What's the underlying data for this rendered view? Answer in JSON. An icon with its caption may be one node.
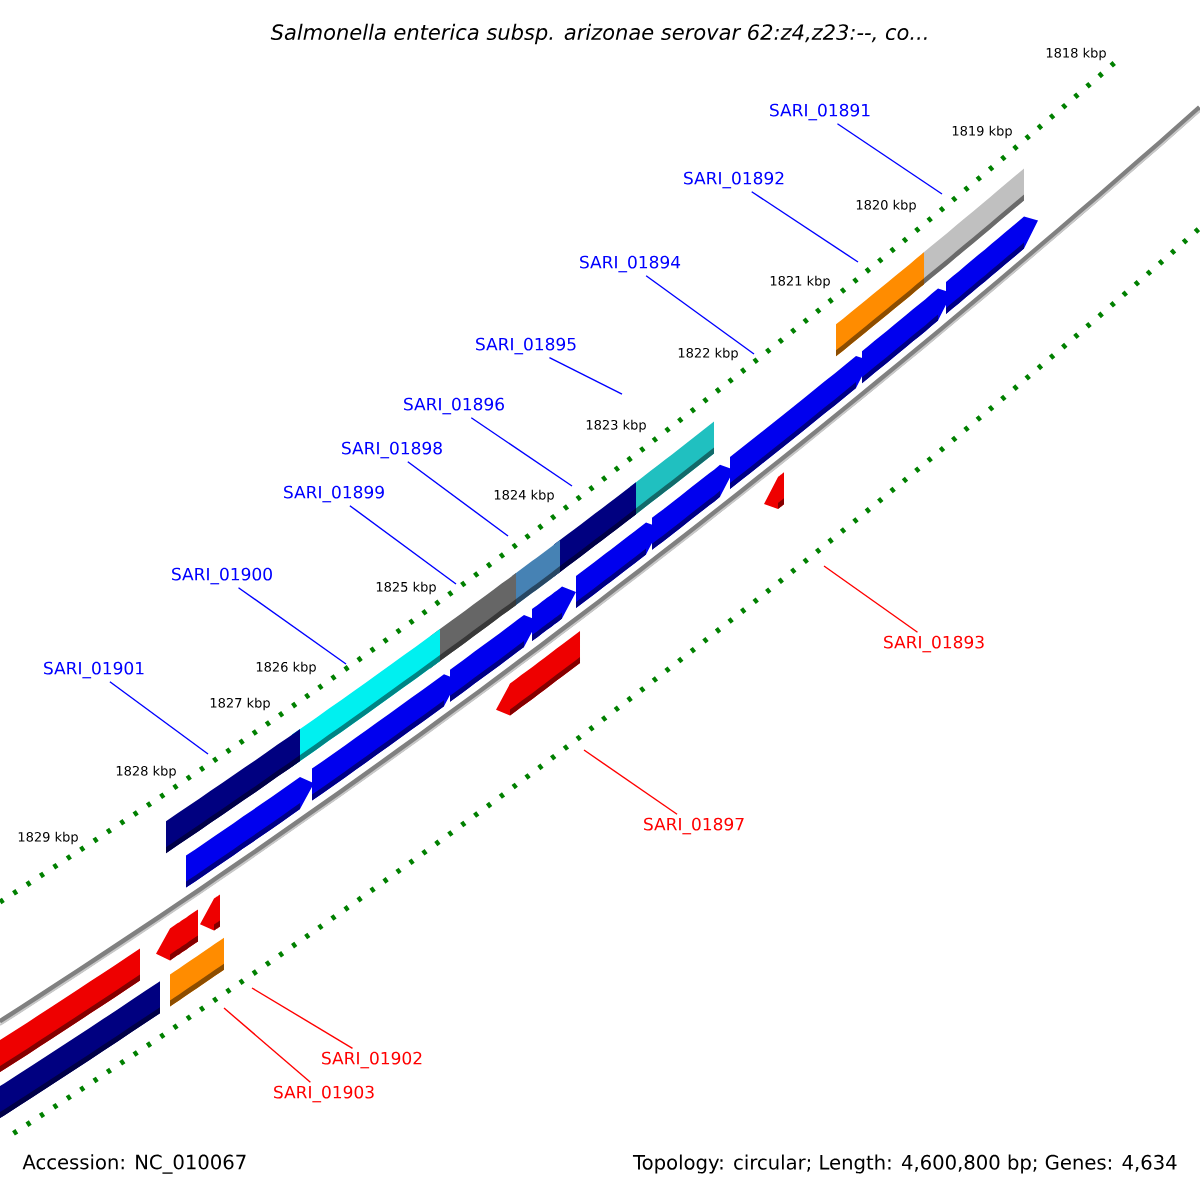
{
  "diagram": {
    "title": "*Salmonella enterica* subsp. arizonae serovar 62:z4,z23:--, co...",
    "nodes": [
      {
        "text": [
          "SARI_01891"
        ]
      },
      {
        "text": [
          "SARI_01892"
        ]
      },
      {
        "text": [
          "SARI_01894"
        ]
      },
      {
        "text": [
          "SARI_01895"
        ]
      },
      {
        "text": [
          "SARI_01896"
        ]
      },
      {
        "text": [
          "SARI_01898"
        ]
      },
      {
        "text": [
          "SARI_01899"
        ]
      },
      {
        "text": [
          "SARI_01900"
        ]
      },
      {
        "text": [
          "SARI_01893"
        ]
      },
      {
        "text": [
          "SARI_01901"
        ]
      },
      {
        "text": [
          "SARI_01897"
        ]
      },
      {
        "text": [
          "SARI_01902"
        ]
      },
      {
        "text": [
          "SARI_01903"
        ]
      }
    ],
    "edges": [
      {
        "from": 0,
        "to": null,
        "arrow": "none"
      },
      {
        "from": 1,
        "to": null,
        "arrow": "none"
      },
      {
        "from": 2,
        "to": null,
        "arrow": "none"
      },
      {
        "from": 3,
        "to": null,
        "arrow": "none"
      },
      {
        "from": 4,
        "to": null,
        "arrow": "none"
      },
      {
        "from": 5,
        "to": null,
        "arrow": "none"
      },
      {
        "from": 6,
        "to": null,
        "arrow": "none"
      },
      {
        "from": 7,
        "to": null,
        "arrow": "none"
      },
      {
        "from": 8,
        "to": null,
        "arrow": "none",
        "color": "#ff0000"
      },
      {
        "from": 9,
        "to": null,
        "arrow": "none"
      },
      {
        "from": 10,
        "to": null,
        "arrow": "none",
        "color": "#ff0000"
      },
      {
        "from": 11,
        "to": null,
        "arrow": "none",
        "color": "#ff0000"
      },
      {
        "from": 12,
        "to": null,
        "arrow": "none",
        "color": "#ff0000"
      }
    ],
    "labels": [
      "1818 kbp",
      "1819 kbp",
      "1820 kbp",
      "1821 kbp",
      "1822 kbp",
      "1823 kbp",
      "1824 kbp",
      "1825 kbp",
      "1826 kbp",
      "1827 kbp",
      "1828 kbp",
      "1829 kbp",
      "Accession: NC_010067",
      "Topology: circular; Length: 4,600,800 bp; Genes: 4,634"
    ]
  }
}
